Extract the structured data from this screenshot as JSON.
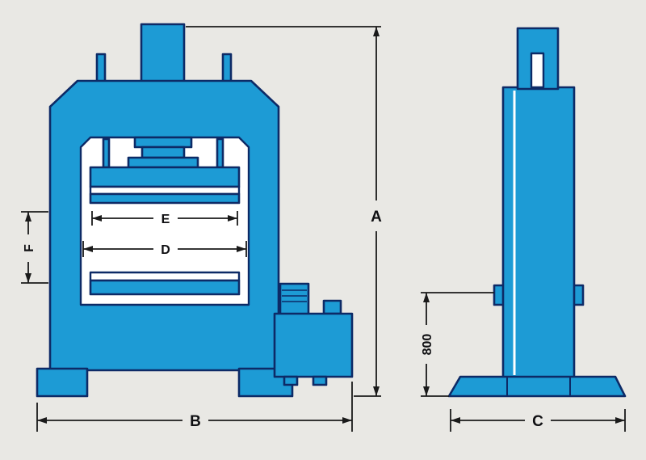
{
  "dimension_labels": {
    "a": "A",
    "b": "B",
    "c": "C",
    "d": "D",
    "e": "E",
    "f": "F",
    "n800": "800"
  },
  "colors": {
    "background": "#e9e8e4",
    "machine_fill": "#1d9bd5",
    "machine_outline": "#0d2a66",
    "dimension_line": "#1a1a1a",
    "label_text": "#0f0f12",
    "white": "#ffffff"
  }
}
